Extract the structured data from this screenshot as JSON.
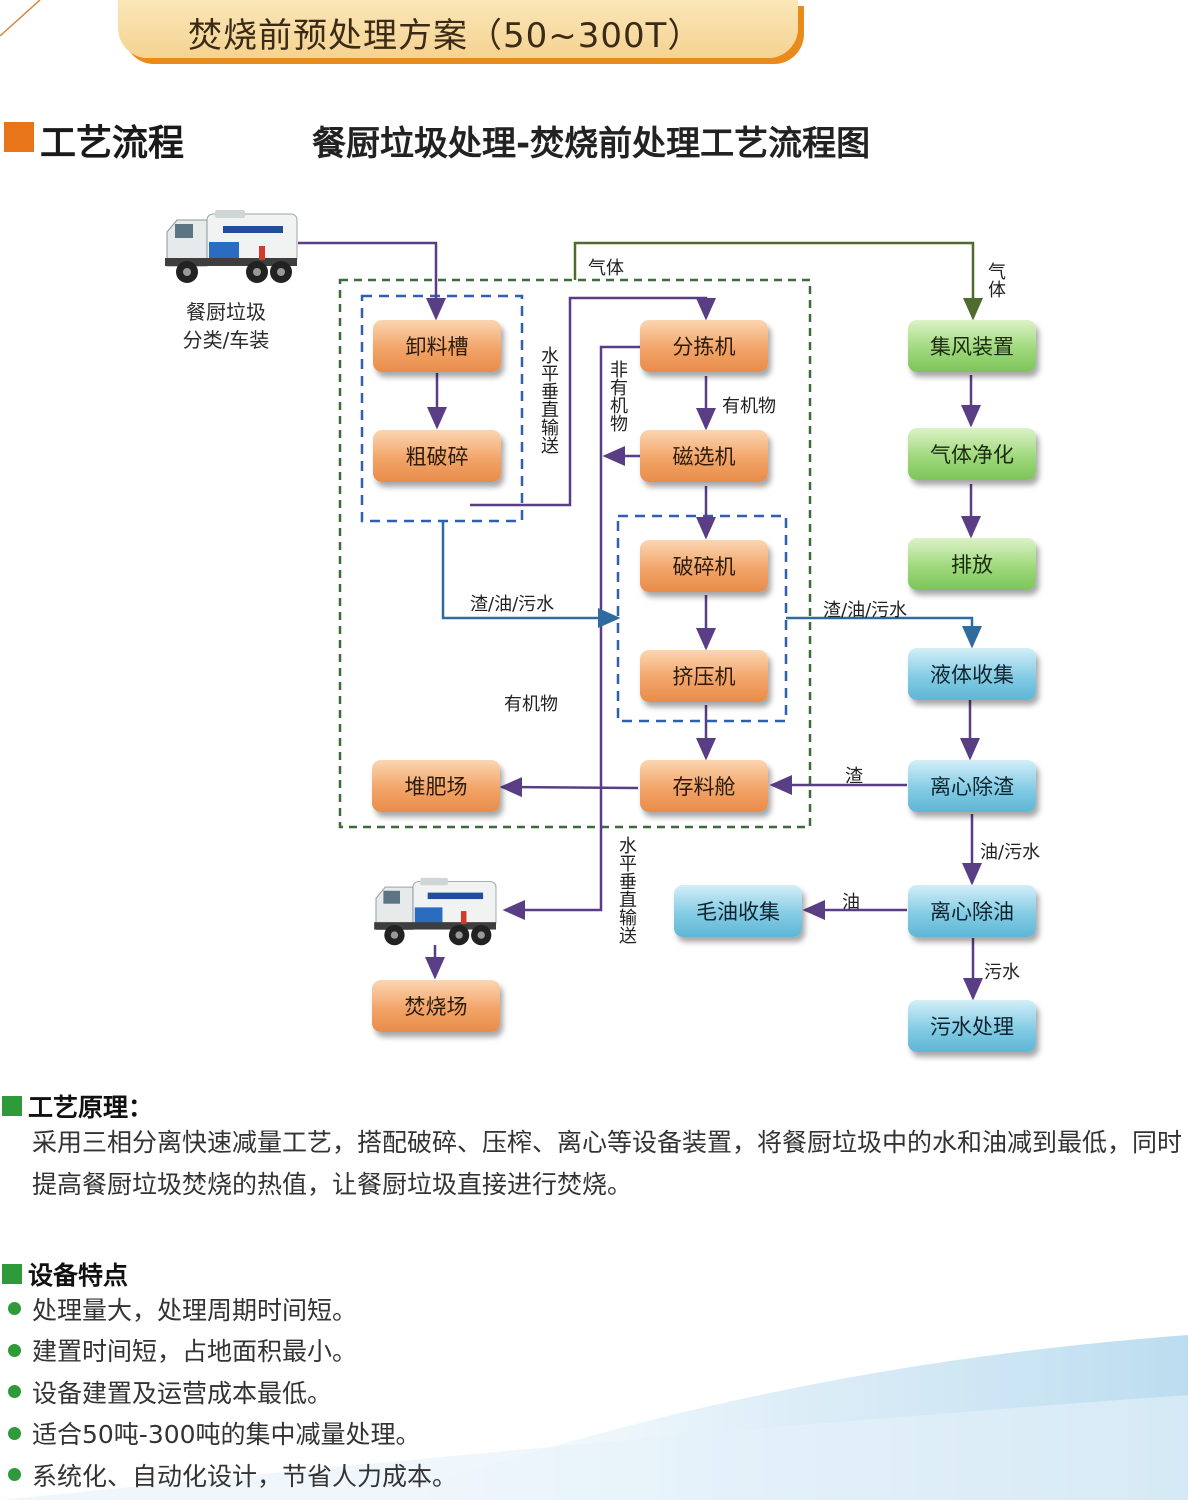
{
  "header": {
    "banner_title": "焚烧前预处理方案（50~300T）",
    "section_title": "工艺流程",
    "diagram_title": "餐厨垃圾处理-焚烧前处理工艺流程图"
  },
  "colors": {
    "accent_orange": "#e8751a",
    "arrow_purple": "#5a3e85",
    "arrow_green": "#4f6b2f",
    "arrow_blue": "#2f6ba1",
    "dash_green": "#3d6b3a",
    "dash_blue": "#2f5fb0",
    "bullet_green": "#2e9a3a"
  },
  "diagram": {
    "truck_top_label": [
      "餐厨垃圾",
      "分类/车装"
    ],
    "nodes": {
      "unloading_trough": "卸料槽",
      "coarse_crushing": "粗破碎",
      "sorting_machine": "分拣机",
      "magnetic_separator": "磁选机",
      "crusher": "破碎机",
      "extruder": "挤压机",
      "storage_bin": "存料舱",
      "compost_yard": "堆肥场",
      "incineration_plant": "焚烧场",
      "air_collection": "集风装置",
      "gas_purification": "气体净化",
      "emission": "排放",
      "liquid_collection": "液体收集",
      "centrifugal_deslagging": "离心除渣",
      "centrifugal_deoiling": "离心除油",
      "crude_oil_collection": "毛油收集",
      "sewage_treatment": "污水处理"
    },
    "labels": {
      "gas_horizontal": "气体",
      "gas_vertical": "气体",
      "horizontal_vertical_convey": "水平垂直输送",
      "non_organic": "非有机物",
      "organic_1": "有机物",
      "organic_2": "有机物",
      "residue_oil_sewage_1": "渣/油/污水",
      "residue_oil_sewage_2": "渣/油/污水",
      "residue": "渣",
      "oil_sewage": "油/污水",
      "oil": "油",
      "sewage": "污水",
      "horizontal_vertical_convey_2": "水平垂直输送"
    },
    "truck_icons": [
      "truck-icon",
      "truck-icon"
    ]
  },
  "principle": {
    "heading": "工艺原理：",
    "text": "采用三相分离快速减量工艺，搭配破碎、压榨、离心等设备装置，将餐厨垃圾中的水和油减到最低，同时提高餐厨垃圾焚烧的热值，让餐厨垃圾直接进行焚烧。"
  },
  "features": {
    "heading": "设备特点",
    "items": [
      "处理量大，处理周期时间短。",
      "建置时间短，占地面积最小。",
      "设备建置及运营成本最低。",
      "适合50吨-300吨的集中减量处理。",
      "系统化、自动化设计，节省人力成本。"
    ]
  }
}
